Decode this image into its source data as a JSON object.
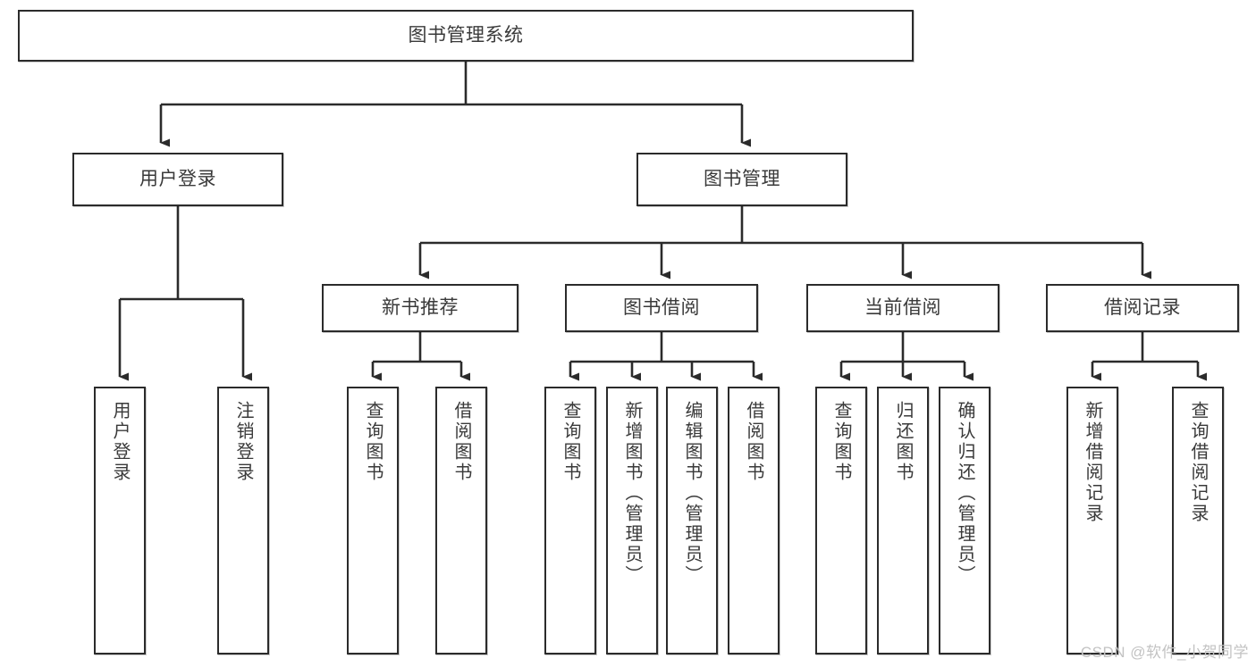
{
  "diagram": {
    "title": "图书管理系统",
    "watermark": "CSDN @软件_小贺同学",
    "line_color": "#2b2b2b",
    "text_color": "#3a3a3a",
    "background": "#ffffff",
    "root": {
      "label": "图书管理系统"
    },
    "level2": [
      {
        "label": "用户登录"
      },
      {
        "label": "图书管理"
      }
    ],
    "level3": [
      {
        "label": "新书推荐"
      },
      {
        "label": "图书借阅"
      },
      {
        "label": "当前借阅"
      },
      {
        "label": "借阅记录"
      }
    ],
    "leaves": {
      "user_login": [
        {
          "label": "用户登录"
        },
        {
          "label": "注销登录"
        }
      ],
      "new_book_recommend": [
        {
          "label": "查询图书"
        },
        {
          "label": "借阅图书"
        }
      ],
      "book_borrow": [
        {
          "label": "查询图书"
        },
        {
          "label": "新增图书（管理员）"
        },
        {
          "label": "编辑图书（管理员）"
        },
        {
          "label": "借阅图书"
        }
      ],
      "current_borrow": [
        {
          "label": "查询图书"
        },
        {
          "label": "归还图书"
        },
        {
          "label": "确认归还（管理员）"
        }
      ],
      "borrow_record": [
        {
          "label": "新增借阅记录"
        },
        {
          "label": "查询借阅记录"
        }
      ]
    }
  }
}
